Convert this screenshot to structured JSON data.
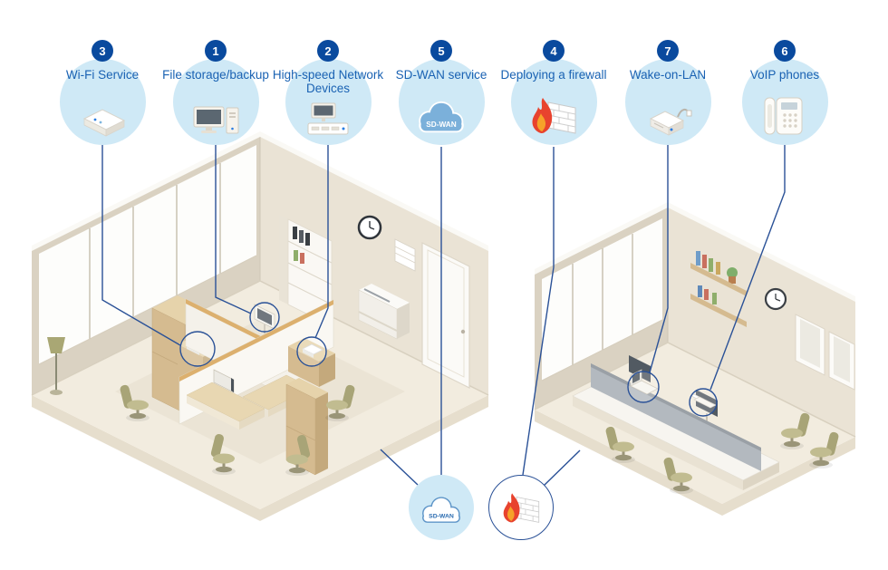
{
  "callouts": [
    {
      "number": "3",
      "label": "Wi-Fi Service",
      "icon": "wifi-router"
    },
    {
      "number": "1",
      "label": "File storage/backup",
      "icon": "desktop-computer"
    },
    {
      "number": "2",
      "label": "High-speed Network Devices",
      "icon": "network-device"
    },
    {
      "number": "5",
      "label": "SD-WAN service",
      "icon": "sdwan-cloud",
      "icon_label": "SD-WAN"
    },
    {
      "number": "4",
      "label": "Deploying a firewall",
      "icon": "firewall"
    },
    {
      "number": "7",
      "label": "Wake-on-LAN",
      "icon": "wake-on-lan-device"
    },
    {
      "number": "6",
      "label": "VoIP phones",
      "icon": "voip-phone"
    }
  ],
  "bottom_badges": [
    {
      "id": "sdwan-cloud",
      "label": "SD-WAN"
    },
    {
      "id": "firewall",
      "label": ""
    }
  ],
  "colors": {
    "number_badge_bg": "#0a4a9e",
    "label_text": "#1a62b3",
    "bubble_bg": "#cfe9f6",
    "connector_line": "#2a5197",
    "wall": "#dad2c2",
    "wall_light": "#eae3d5",
    "floor": "#f2ecdf",
    "furniture_tan": "#d5bb90",
    "flame_red": "#e8432e",
    "flame_orange": "#f6a229",
    "cloud_blue": "#7bb0da"
  }
}
